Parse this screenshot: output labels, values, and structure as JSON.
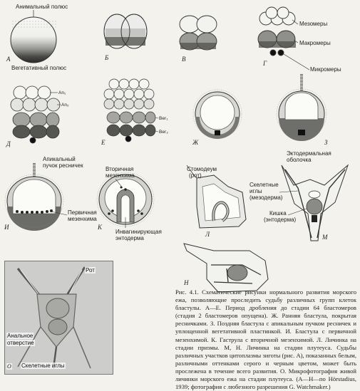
{
  "labels": {
    "animal_pole": "Анимальный полюс",
    "vegetal_pole": "Вегетативный полюс",
    "mesomeres": "Мезомеры",
    "macromeres": "Макромеры",
    "micromeres": "Микромеры",
    "an1": "An₁",
    "an2": "An₂",
    "veg1": "Вег₁",
    "veg2": "Вег₂",
    "apical_tuft_1": "Апикальный",
    "apical_tuft_2": "пучок ресничек",
    "primary_mesenchyme_1": "Первичная",
    "primary_mesenchyme_2": "мезенхима",
    "secondary_mesenchyme_1": "Вторичная",
    "secondary_mesenchyme_2": "мезенхима",
    "invaginating_endoderm_1": "Инвагинирующая",
    "invaginating_endoderm_2": "энтодерма",
    "stomodeum_1": "Стомодеум",
    "stomodeum_2": "(рот)",
    "ectoderm_envelope_1": "Эктодермальная",
    "ectoderm_envelope_2": "оболочка",
    "skeletal_spicules_1": "Скелетные",
    "skeletal_spicules_2": "иглы",
    "skeletal_spicules_3": "(мезодерма)",
    "gut_1": "Кишка",
    "gut_2": "(энтодерма)",
    "mouth": "Рот",
    "anal_1": "Анальное",
    "anal_2": "отверстие",
    "photo_spicules": "Скелетные иглы"
  },
  "panel_letters": {
    "A": "А",
    "B": "Б",
    "V": "В",
    "G": "Г",
    "D": "Д",
    "E": "Е",
    "ZH": "Ж",
    "Z": "З",
    "I": "И",
    "K": "К",
    "L": "Л",
    "M": "М",
    "N": "Н",
    "O": "О"
  },
  "caption": "Рис. 4.1. Схематические рисунки нормального развития морского ежа, позволяющие проследить судьбу различных групп клеток бластулы. А—Е. Период дробления до стадии 64 бластомеров (стадия 2 бластомеров опущена). Ж. Ранняя бластула, покрытая ресничками. З. Поздняя бластула с апикальным пучком ресничек и уплощенной вегетативной пластинкой. И. Бластула с первичной мезенхимой. К. Гаструла с вторичной мезенхимой. Л. Личинка на стадии призмы. М, Н. Личинка на стадии плутеуса. Судьбы различных участков цитоплазмы зиготы (рис. А), показанных белым, различными оттенками серого и черным цветом, может быть прослежена в течение всего развития. О. Микрофотография живой личинки морского ежа на стадии плутеуса. (А—Н—по Hörstadius, 1939; фотография с любезного разрешения G. Watchmaker.)"
}
